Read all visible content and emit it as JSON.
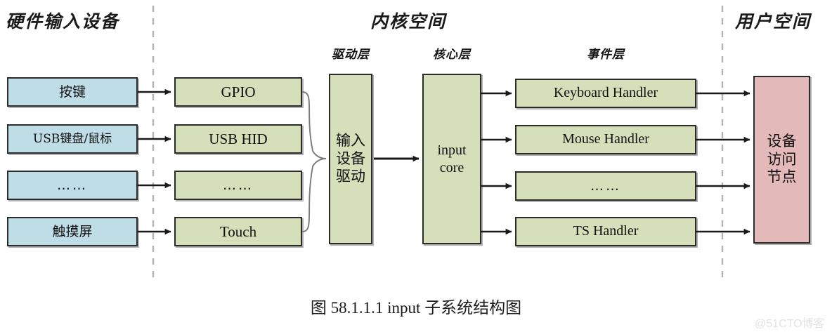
{
  "figure": {
    "caption": "图 58.1.1.1 input 子系统结构图",
    "watermark": "@51CTO博客"
  },
  "sections": [
    {
      "id": "hardware",
      "title": "硬件输入设备"
    },
    {
      "id": "kernel",
      "title": "内核空间"
    },
    {
      "id": "user",
      "title": "用户空间"
    }
  ],
  "layers": [
    {
      "id": "driver-layer",
      "title": "驱动层"
    },
    {
      "id": "core-layer",
      "title": "核心层"
    },
    {
      "id": "event-layer",
      "title": "事件层"
    }
  ],
  "columns": {
    "hardware_devices": {
      "fill": "#bfdde6",
      "items": [
        {
          "label": "按键"
        },
        {
          "label": "USB键盘/鼠标"
        },
        {
          "label": "……"
        },
        {
          "label": "触摸屏"
        }
      ]
    },
    "bus_drivers": {
      "fill": "#d5e0bb",
      "items": [
        {
          "label": "GPIO"
        },
        {
          "label": "USB HID"
        },
        {
          "label": "……"
        },
        {
          "label": "Touch"
        }
      ]
    },
    "driver_layer": {
      "fill": "#d5e0bb",
      "items": [
        {
          "label": "输入\n设备\n驱动",
          "lines": [
            "输入",
            "设备",
            "驱动"
          ]
        }
      ]
    },
    "core_layer": {
      "fill": "#d5e0bb",
      "items": [
        {
          "label": "input core",
          "lines": [
            "input",
            "core"
          ]
        }
      ]
    },
    "event_layer": {
      "fill": "#d5e0bb",
      "items": [
        {
          "label": "Keyboard Handler"
        },
        {
          "label": "Mouse Handler"
        },
        {
          "label": "……"
        },
        {
          "label": "TS Handler"
        }
      ]
    },
    "user_space": {
      "fill": "#e3b9b9",
      "items": [
        {
          "label": "设备访问节点",
          "lines": [
            "设备",
            "访问",
            "节点"
          ]
        }
      ]
    }
  },
  "dividers": [
    {
      "id": "hardware-kernel-divider",
      "style": "dashed",
      "color": "#b3b3b3"
    },
    {
      "id": "kernel-user-divider",
      "style": "dashed",
      "color": "#b3b3b3"
    }
  ],
  "connectors": {
    "style": "arrow",
    "color": "#1a1a1a",
    "brace": {
      "id": "bus-to-driver-brace",
      "color": "#777777"
    }
  }
}
